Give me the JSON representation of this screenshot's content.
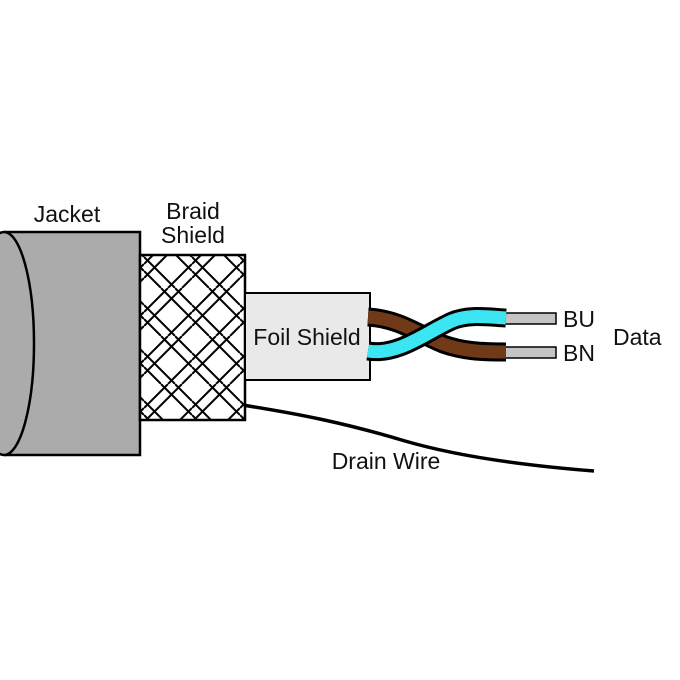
{
  "diagram": {
    "labels": {
      "jacket": "Jacket",
      "braid_line1": "Braid",
      "braid_line2": "Shield",
      "foil": "Foil Shield",
      "bu": "BU",
      "bn": "BN",
      "data": "Data",
      "drain": "Drain Wire"
    },
    "colors": {
      "jacket": "#ababab",
      "braid_bg": "#ffffff",
      "foil": "#e9e9e9",
      "lead": "#c4c4c4",
      "wire_blue": "#3be6f2",
      "wire_brown": "#703a18",
      "line": "#000000"
    }
  }
}
